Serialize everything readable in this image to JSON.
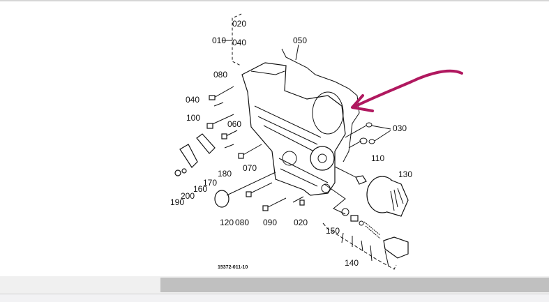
{
  "diagram": {
    "drawing_number": "15372-011-10",
    "annotation_color": "#b0185f",
    "labels": {
      "p020_top": "020",
      "p010": "010",
      "p040_top": "040",
      "p050": "050",
      "p080_top": "080",
      "p040": "040",
      "p100": "100",
      "p060": "060",
      "p030": "030",
      "p180": "180",
      "p070": "070",
      "p110": "110",
      "p130": "130",
      "p170": "170",
      "p160": "160",
      "p200": "200",
      "p190": "190",
      "p120": "120",
      "p080_bottom": "080",
      "p090": "090",
      "p020_bottom": "020",
      "p150": "150",
      "p140": "140"
    }
  }
}
